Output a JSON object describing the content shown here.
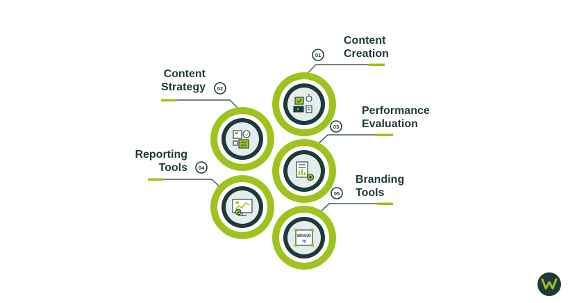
{
  "colors": {
    "green": "#9dc41d",
    "dark": "#1d3a3a",
    "inner": "#e4ecec",
    "line": "#1d3a3a"
  },
  "steps": [
    {
      "number": "01",
      "line1": "Content",
      "line2": "Creation",
      "icon": "content-creation-icon"
    },
    {
      "number": "02",
      "line1": "Content",
      "line2": "Strategy",
      "icon": "content-strategy-icon"
    },
    {
      "number": "03",
      "line1": "Performance",
      "line2": "Evaluation",
      "icon": "performance-evaluation-icon"
    },
    {
      "number": "04",
      "line1": "Reporting",
      "line2": "Tools",
      "icon": "reporting-tools-icon"
    },
    {
      "number": "05",
      "line1": "Branding",
      "line2": "Tools",
      "icon": "branding-tools-icon"
    }
  ],
  "icon_texts": {
    "brand": "BRAND",
    "to": "TO"
  }
}
